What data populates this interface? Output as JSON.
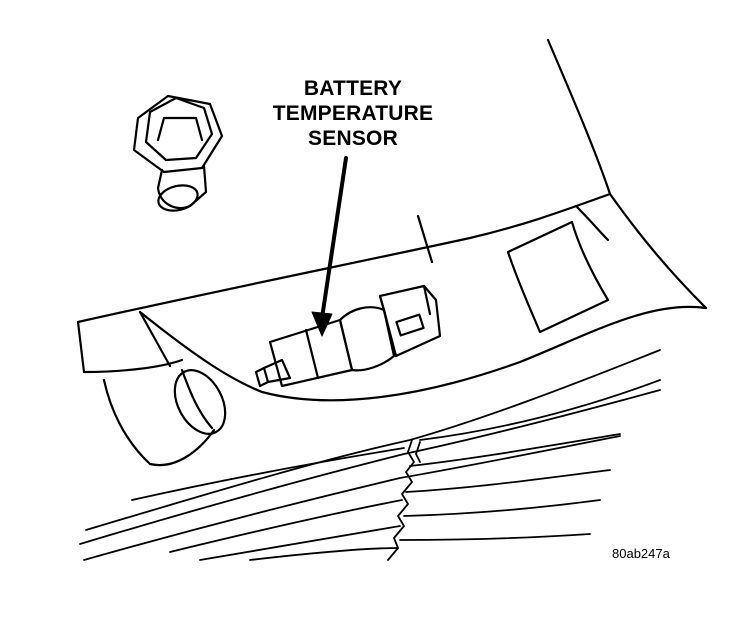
{
  "callout": {
    "lines": [
      "BATTERY",
      "TEMPERATURE",
      "SENSOR"
    ]
  },
  "figure_id": "80ab247a",
  "colors": {
    "ink": "#000000",
    "paper": "#ffffff"
  }
}
